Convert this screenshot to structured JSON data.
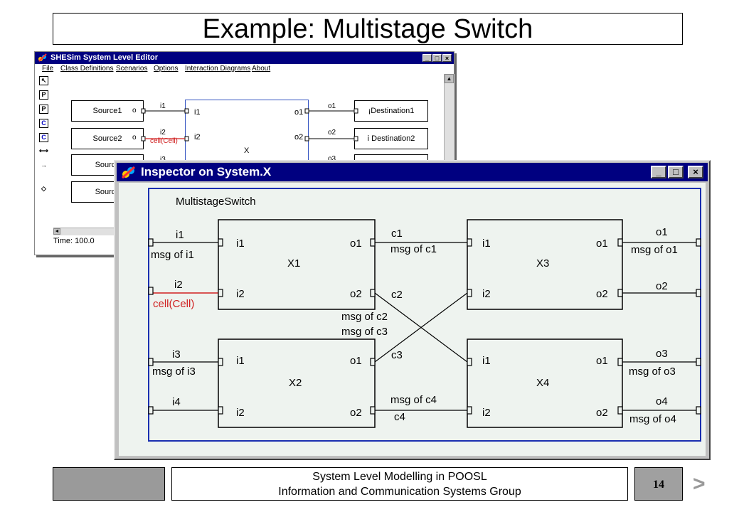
{
  "slide": {
    "title": "Example: Multistage Switch",
    "footer_line1": "System Level Modelling in POOSL",
    "footer_line2": "Information and Communication Systems Group",
    "page_number": "14",
    "next_arrow": ">"
  },
  "editor": {
    "title": "SHESim System Level Editor",
    "menu": [
      "File",
      "Class Definitions",
      "Scenarios",
      "Options",
      "Interaction Diagrams",
      "About"
    ],
    "tools": [
      "arrow-tool",
      "process-tool",
      "process-tool-2",
      "cluster-tool",
      "cluster-tool-2",
      "channel-tool",
      "connect-tool",
      "eraser-tool"
    ],
    "tool_glyphs": [
      "↖",
      "P",
      "P",
      "C",
      "C",
      "⟷",
      "→",
      "◇"
    ],
    "status": "Time: 100.0",
    "sources": [
      "Source1",
      "Source2",
      "Source",
      "Source"
    ],
    "destinations": [
      "¡Destination1",
      "i  Destination2"
    ],
    "source_port": "o",
    "cluster_name": "X",
    "cluster_ports_in": [
      "i1",
      "i2"
    ],
    "cluster_ports_out": [
      "o1",
      "o2"
    ],
    "channels_in": [
      "i1",
      "i2",
      "i3"
    ],
    "channels_out": [
      "o1",
      "o2",
      "o3"
    ],
    "highlight_message": "cell(Cell)"
  },
  "inspector": {
    "title": "Inspector on System.X",
    "system_name": "MultistageSwitch",
    "processes": [
      {
        "name": "X1",
        "in": [
          "i1",
          "i2"
        ],
        "out": [
          "o1",
          "o2"
        ]
      },
      {
        "name": "X2",
        "in": [
          "i1",
          "i2"
        ],
        "out": [
          "o1",
          "o2"
        ]
      },
      {
        "name": "X3",
        "in": [
          "i1",
          "i2"
        ],
        "out": [
          "o1",
          "o2"
        ]
      },
      {
        "name": "X4",
        "in": [
          "i1",
          "i2"
        ],
        "out": [
          "o1",
          "o2"
        ]
      }
    ],
    "channels": {
      "i1": "i1",
      "i2": "i2",
      "i3": "i3",
      "i4": "i4",
      "c1": "c1",
      "c2": "c2",
      "c3": "c3",
      "c4": "c4",
      "o1": "o1",
      "o2": "o2",
      "o3": "o3",
      "o4": "o4"
    },
    "messages": {
      "i1": "msg of i1",
      "i2": "cell(Cell)",
      "i3": "msg of i3",
      "c1": "msg of c1",
      "c2": "msg of c2",
      "c3": "msg of c3",
      "c4": "msg of c4",
      "o1": "msg of o1",
      "o3": "msg of o3",
      "o4": "msg of o4"
    },
    "colors": {
      "highlight": "#d02020",
      "frame": "#1a2fb0",
      "titlebar": "#000080"
    }
  }
}
